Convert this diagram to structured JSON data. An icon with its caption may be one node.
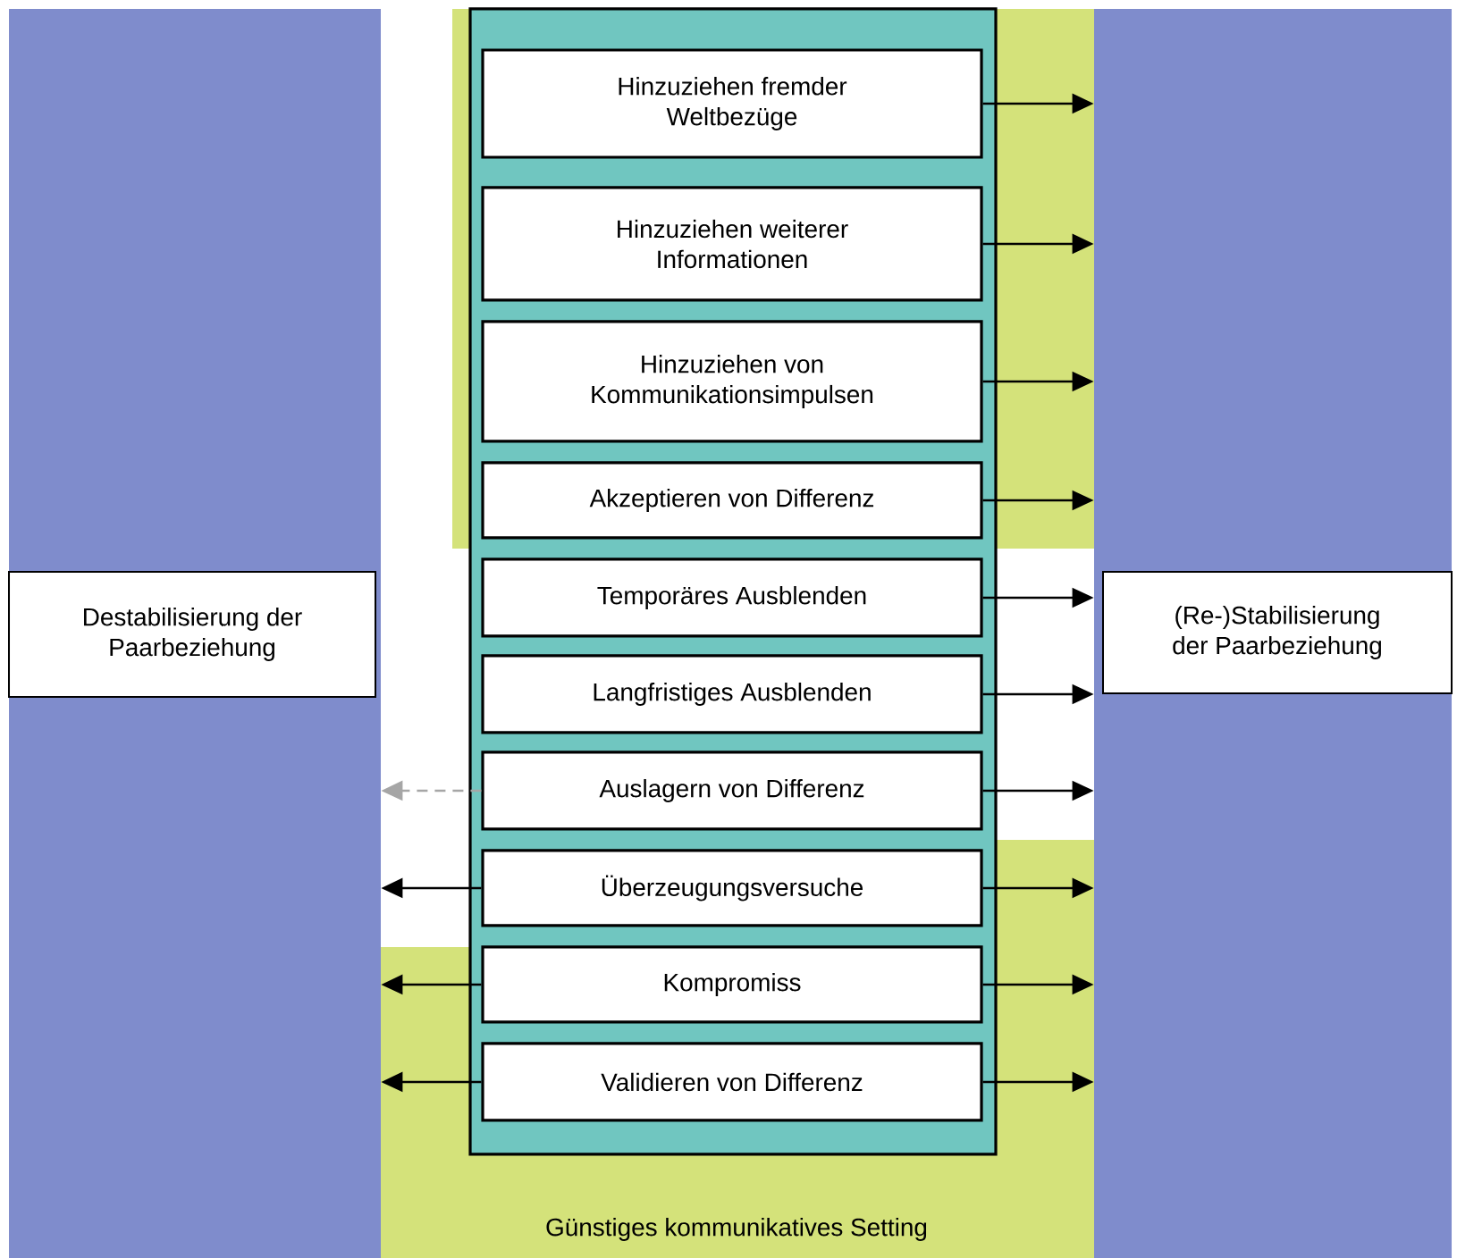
{
  "diagram": {
    "nodes": [
      {
        "text": [],
        "shape": "box"
      },
      {
        "text": [
          "Destabilisierung der Paarbeziehung"
        ],
        "in": 0
      },
      {
        "text": [
          "Günstiges kommunikatives Setting"
        ]
      },
      {
        "text": [],
        "shape": "box"
      },
      {
        "text": [
          "Hinzuziehen fremder Weltbezüge"
        ],
        "in": 3
      },
      {
        "text": [
          "Hinzuziehen weiterer Informationen"
        ],
        "in": 3
      },
      {
        "text": [
          "Hinzuziehen von Kommunikationsimpulsen"
        ],
        "in": 3
      },
      {
        "text": [
          "Akzeptieren von Differenz"
        ],
        "in": 3
      },
      {
        "text": [
          "Temporäres Ausblenden"
        ],
        "in": 3
      },
      {
        "text": [
          "Langfristiges Ausblenden"
        ],
        "in": 3
      },
      {
        "text": [
          "Auslagern von Differenz"
        ],
        "in": 3
      },
      {
        "text": [
          "Überzeugungsversuche"
        ],
        "in": 3
      },
      {
        "text": [
          "Kompromiss"
        ],
        "in": 3
      },
      {
        "text": [
          "Validieren von Differenz"
        ],
        "in": 3
      },
      {
        "text": [],
        "shape": "box"
      },
      {
        "text": [
          "(Re-)Stabilisierung der Paarbeziehung"
        ],
        "in": 14
      }
    ],
    "edges": [
      {
        "from": 4,
        "to": 14,
        "arrow": "to"
      },
      {
        "from": 5,
        "to": 14,
        "arrow": "to"
      },
      {
        "from": 6,
        "to": 14,
        "arrow": "to"
      },
      {
        "from": 7,
        "to": 14,
        "arrow": "to"
      },
      {
        "from": 8,
        "to": 14,
        "arrow": "to"
      },
      {
        "from": 9,
        "to": 14,
        "arrow": "to"
      },
      {
        "from": 10,
        "to": 14,
        "arrow": "to"
      },
      {
        "from": 10,
        "to": 0,
        "arrow": "to",
        "style": "dashed",
        "color": "#a6a6a6"
      },
      {
        "from": 11,
        "to": 14,
        "arrow": "to"
      },
      {
        "from": 11,
        "to": 0,
        "arrow": "to"
      },
      {
        "from": 12,
        "to": 14,
        "arrow": "to"
      },
      {
        "from": 12,
        "to": 0,
        "arrow": "to"
      },
      {
        "from": 13,
        "to": 14,
        "arrow": "to"
      },
      {
        "from": 13,
        "to": 0,
        "arrow": "to"
      }
    ]
  }
}
